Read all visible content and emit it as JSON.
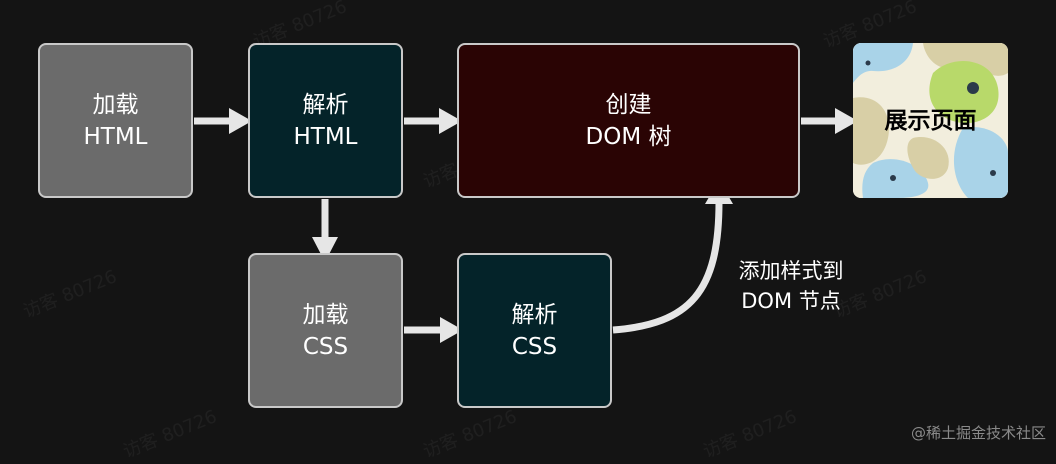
{
  "nodes": {
    "load_html": {
      "line1": "加载",
      "line2": "HTML"
    },
    "parse_html": {
      "line1": "解析",
      "line2": "HTML"
    },
    "create_dom": {
      "line1": "创建",
      "line2": "DOM 树"
    },
    "load_css": {
      "line1": "加载",
      "line2": "CSS"
    },
    "parse_css": {
      "line1": "解析",
      "line2": "CSS"
    },
    "show_page": {
      "label": "展示页面"
    }
  },
  "annotation": {
    "line1": "添加样式到",
    "line2": "DOM 节点"
  },
  "credit": "@稀土掘金技术社区",
  "watermark": "访客 80726",
  "colors": {
    "background": "#141414",
    "gray_box": "#6b6b6b",
    "teal_box": "#042329",
    "maroon_box": "#2a0404",
    "arrow": "#e6e6e6",
    "border": "#c9c9c9"
  }
}
